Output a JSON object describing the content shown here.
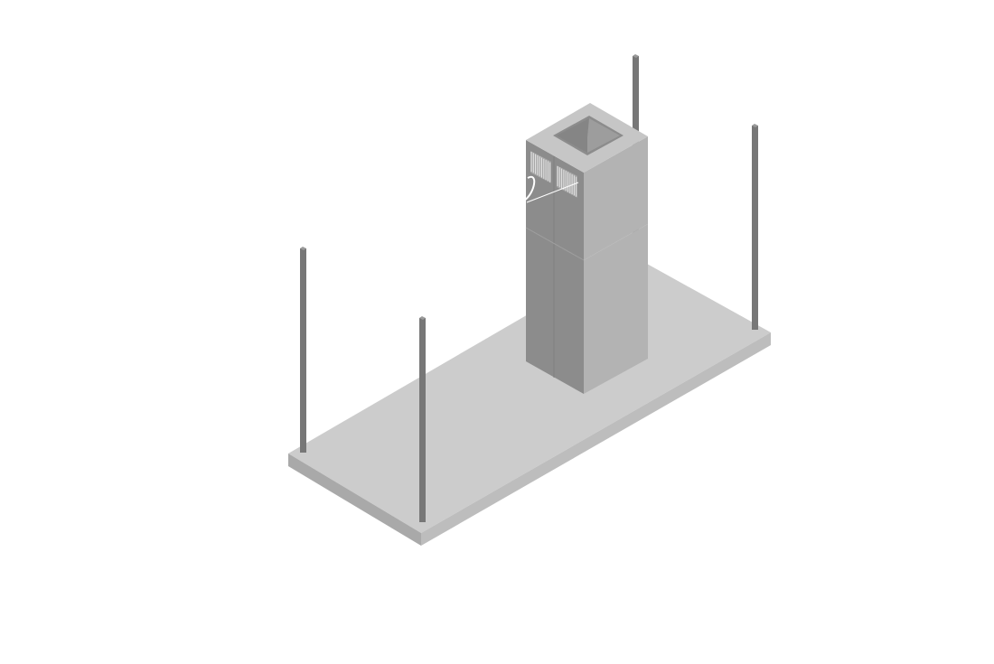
{
  "diagram": {
    "view": "isometric",
    "components": [
      {
        "id": "base-slab",
        "kind": "slab"
      },
      {
        "id": "post-left",
        "kind": "post"
      },
      {
        "id": "post-front",
        "kind": "post"
      },
      {
        "id": "post-back",
        "kind": "post"
      },
      {
        "id": "post-right",
        "kind": "post"
      },
      {
        "id": "chimney-lower",
        "kind": "box"
      },
      {
        "id": "chimney-upper",
        "kind": "box"
      },
      {
        "id": "chimney-opening",
        "kind": "opening"
      },
      {
        "id": "vent-grille-left",
        "kind": "vent"
      },
      {
        "id": "vent-grille-right",
        "kind": "vent"
      }
    ],
    "colors": {
      "slab_top": "#cccccc",
      "slab_side_left": "#a9a9a9",
      "slab_side_right": "#bdbdbd",
      "box_left": "#8c8c8c",
      "box_right": "#b3b3b3",
      "box_top": "#c6c6c6",
      "post": "#777777",
      "post_light": "#9a9a9a",
      "opening_inner": "#858585",
      "vent": "#e6e6e6",
      "sketch_line": "#ffffff"
    }
  }
}
